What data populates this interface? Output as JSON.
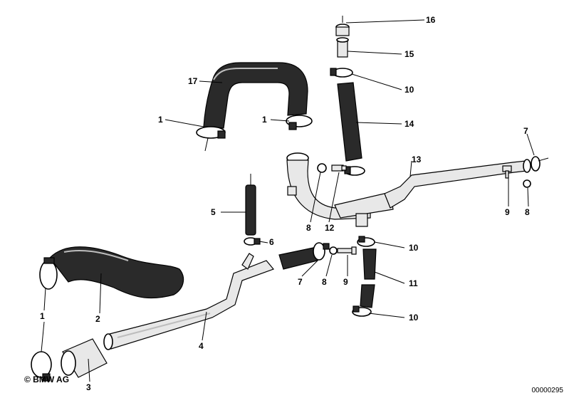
{
  "callouts": {
    "c1a": "1",
    "c1b": "1",
    "c1c": "1",
    "c2": "2",
    "c3": "3",
    "c4": "4",
    "c5": "5",
    "c6": "6",
    "c7a": "7",
    "c7b": "7",
    "c8a": "8",
    "c8b": "8",
    "c8c": "8",
    "c9a": "9",
    "c9b": "9",
    "c10a": "10",
    "c10b": "10",
    "c10c": "10",
    "c11": "11",
    "c12": "12",
    "c13": "13",
    "c14": "14",
    "c15": "15",
    "c16": "16",
    "c17": "17"
  },
  "footer": {
    "copyright": "© BMW AG",
    "diagram_number": "00000295"
  }
}
